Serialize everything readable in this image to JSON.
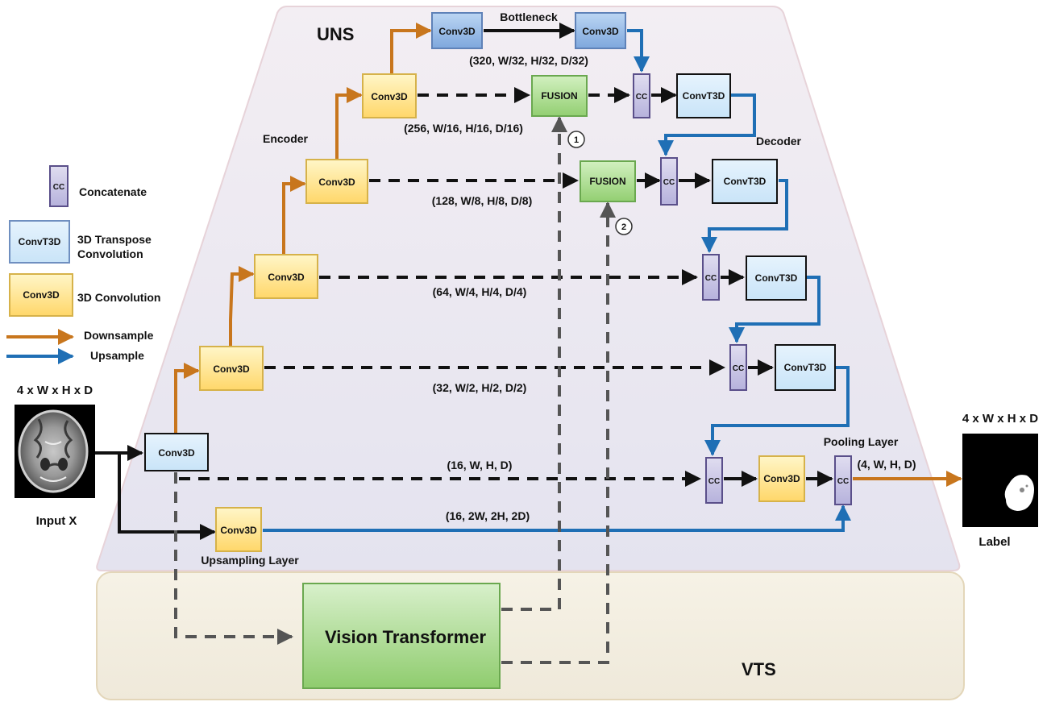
{
  "regions": {
    "uns_label": "UNS",
    "vts_label": "VTS"
  },
  "stage_labels": {
    "encoder": "Encoder",
    "decoder": "Decoder",
    "bottleneck": "Bottleneck",
    "pooling": "Pooling Layer",
    "upsampling": "Upsampling Layer"
  },
  "blocks": {
    "conv3d": "Conv3D",
    "convt3d": "ConvT3D",
    "fusion": "FUSION",
    "cc": "CC",
    "vit": "Vision Transformer"
  },
  "shape_labels": {
    "s320": "(320, W/32, H/32, D/32)",
    "s256": "(256, W/16, H/16, D/16)",
    "s128": "(128, W/8, H/8, D/8)",
    "s64": "(64, W/4, H/4, D/4)",
    "s32": "(32, W/2, H/2, D/2)",
    "s16": "(16, W, H, D)",
    "s16up": "(16, 2W, 2H, 2D)",
    "s4": "(4, W, H, D)"
  },
  "fusion_markers": [
    "1",
    "2"
  ],
  "input": {
    "dims": "4 x W x H x D",
    "label": "Input X"
  },
  "output": {
    "dims": "4 x W x H x D",
    "label": "Label"
  },
  "legend": {
    "cc_label": "Concatenate",
    "convt3d_label_1": "3D Transpose",
    "convt3d_label_2": "Convolution",
    "conv3d_label": "3D Convolution",
    "downsample_label": "Downsample",
    "upsample_label": "Upsample"
  },
  "colors": {
    "downsample": "#c8761d",
    "upsample": "#1f6fb5",
    "skip": "#111111",
    "vit_link": "#555555",
    "conv3d_fill": "#ffe89a",
    "conv3d_border": "#d6b24a",
    "convt3d_fill": "#d8ecfb",
    "convt3d_border": "#6f8fc0",
    "cc_fill": "#cfcde8",
    "cc_border": "#5a4f8a",
    "fusion_fill": "#a9dc8c",
    "fusion_border": "#6aa84f",
    "uns_fill": "#ebe8f3",
    "vts_fill": "#f3eee2"
  }
}
